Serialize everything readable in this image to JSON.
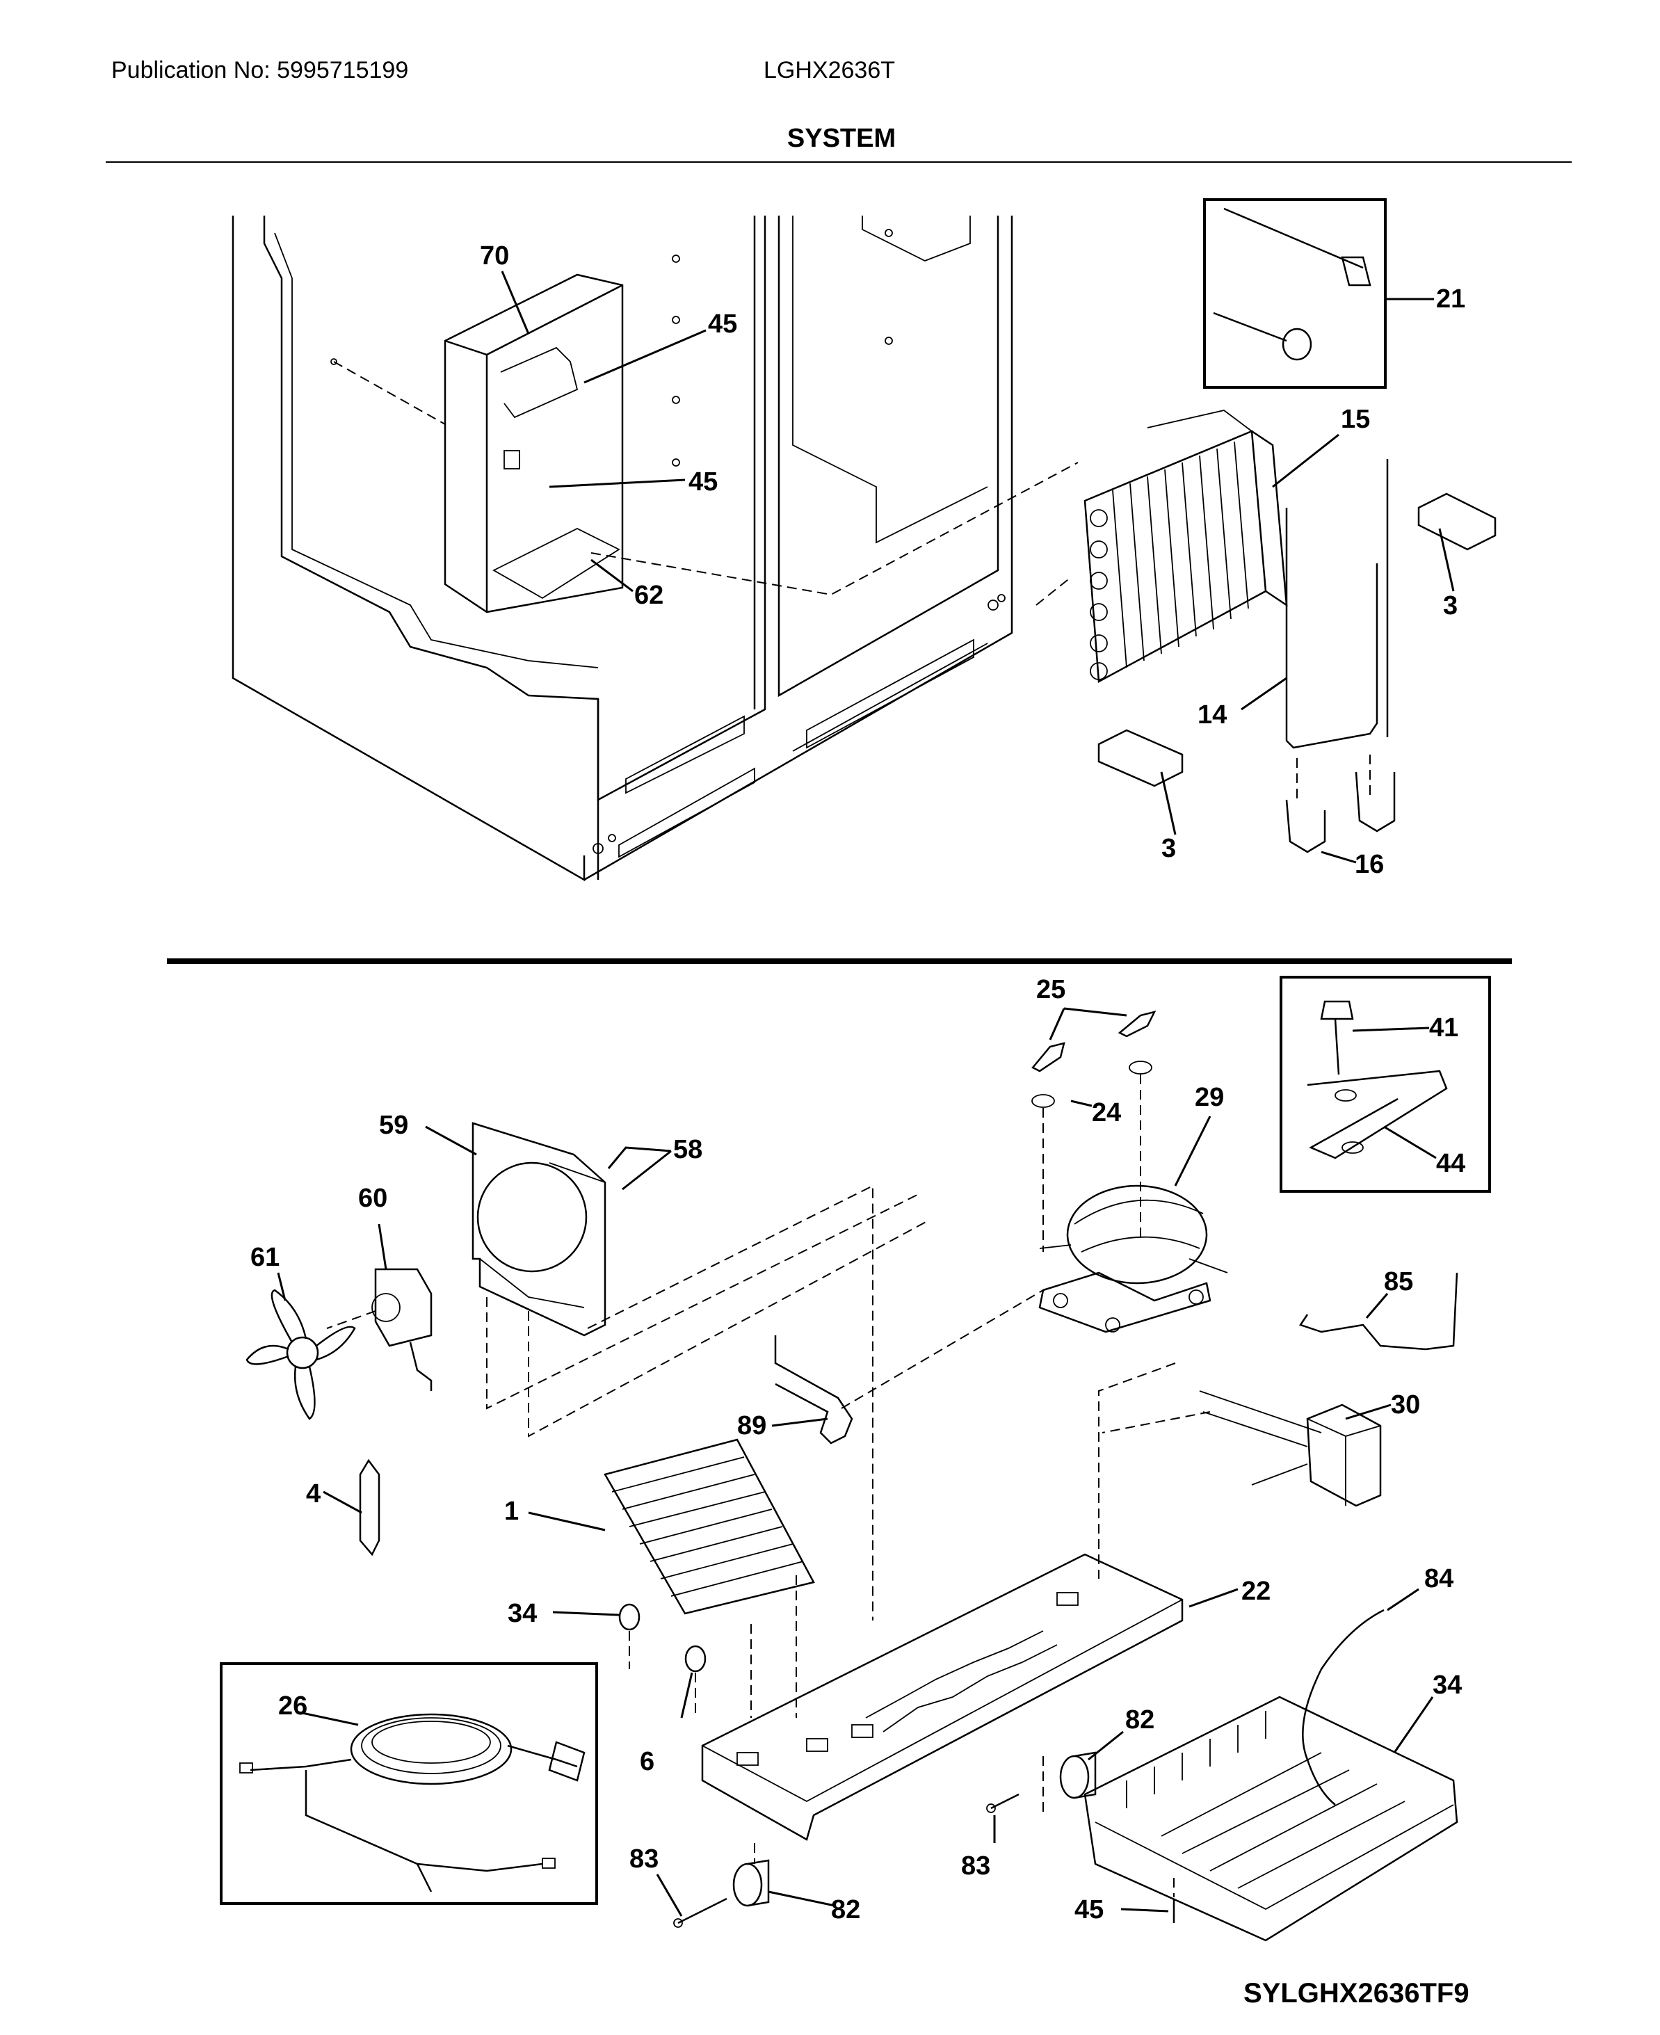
{
  "header": {
    "publication": "Publication No: 5995715199",
    "model": "LGHX2636T",
    "title": "SYSTEM"
  },
  "diagram_code": "SYLGHX2636TF9",
  "callouts": [
    {
      "id": "c70",
      "text": "70"
    },
    {
      "id": "c45a",
      "text": "45"
    },
    {
      "id": "c45b",
      "text": "45"
    },
    {
      "id": "c62",
      "text": "62"
    },
    {
      "id": "c21",
      "text": "21"
    },
    {
      "id": "c15",
      "text": "15"
    },
    {
      "id": "c3a",
      "text": "3"
    },
    {
      "id": "c3b",
      "text": "3"
    },
    {
      "id": "c14",
      "text": "14"
    },
    {
      "id": "c16",
      "text": "16"
    },
    {
      "id": "c25",
      "text": "25"
    },
    {
      "id": "c24",
      "text": "24"
    },
    {
      "id": "c29",
      "text": "29"
    },
    {
      "id": "c41",
      "text": "41"
    },
    {
      "id": "c44",
      "text": "44"
    },
    {
      "id": "c59",
      "text": "59"
    },
    {
      "id": "c58",
      "text": "58"
    },
    {
      "id": "c60",
      "text": "60"
    },
    {
      "id": "c61",
      "text": "61"
    },
    {
      "id": "c85",
      "text": "85"
    },
    {
      "id": "c30",
      "text": "30"
    },
    {
      "id": "c89",
      "text": "89"
    },
    {
      "id": "c4",
      "text": "4"
    },
    {
      "id": "c1",
      "text": "1"
    },
    {
      "id": "c22",
      "text": "22"
    },
    {
      "id": "c84",
      "text": "84"
    },
    {
      "id": "c34a",
      "text": "34"
    },
    {
      "id": "c34b",
      "text": "34"
    },
    {
      "id": "c6",
      "text": "6"
    },
    {
      "id": "c26",
      "text": "26"
    },
    {
      "id": "c82a",
      "text": "82"
    },
    {
      "id": "c82b",
      "text": "82"
    },
    {
      "id": "c83a",
      "text": "83"
    },
    {
      "id": "c83b",
      "text": "83"
    },
    {
      "id": "c45c",
      "text": "45"
    }
  ]
}
